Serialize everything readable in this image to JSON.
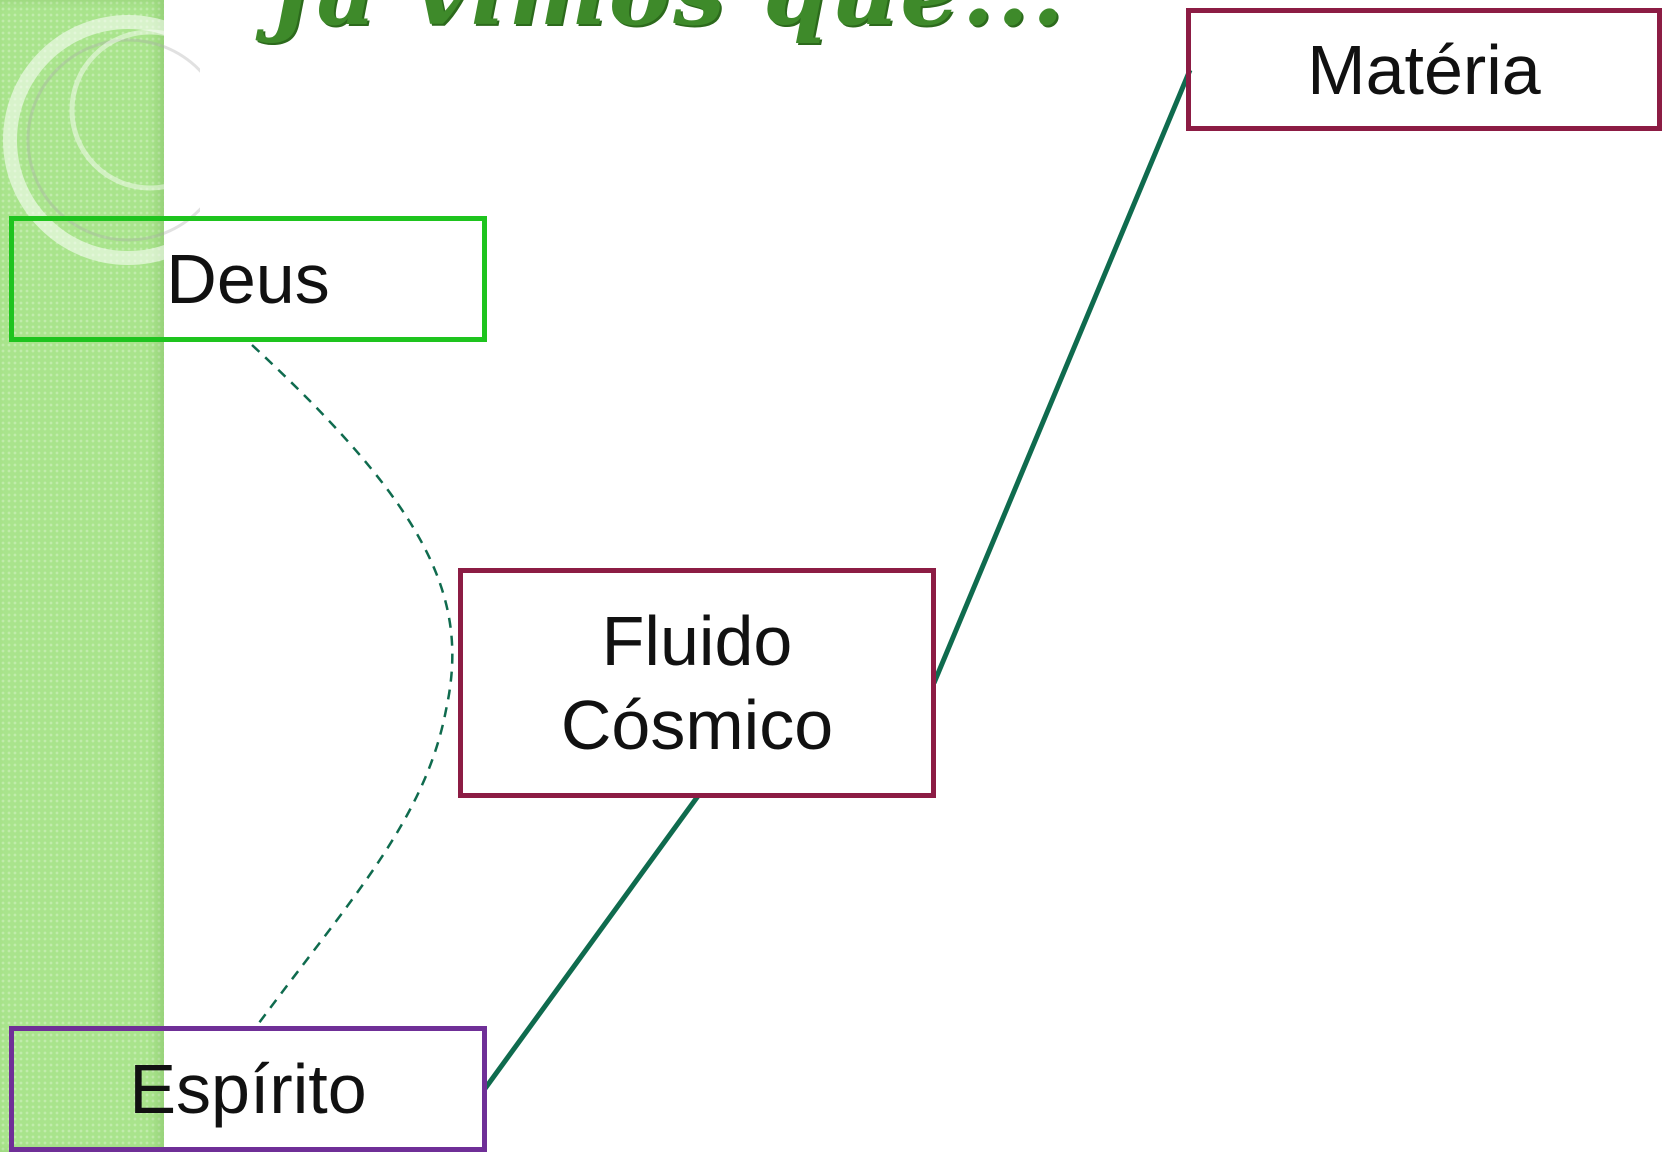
{
  "title": "Já vimos que...",
  "nodes": {
    "materia": "Matéria",
    "deus": "Deus",
    "fluido_line1": "Fluido",
    "fluido_line2": "Cósmico",
    "espirito": "Espírito"
  },
  "colors": {
    "title": "#3e8a2a",
    "connector": "#0f6b4e",
    "materia_border": "#8c1c44",
    "fluido_border": "#8c1c44",
    "deus_border": "#1ec41e",
    "espirito_border": "#6f2f97",
    "stripe": "#a9e48c"
  },
  "connections": [
    {
      "from": "Fluido Cósmico",
      "to": "Matéria",
      "style": "solid"
    },
    {
      "from": "Fluido Cósmico",
      "to": "Espírito",
      "style": "solid"
    },
    {
      "from": "Deus",
      "to": "Espírito",
      "style": "dashed"
    }
  ]
}
